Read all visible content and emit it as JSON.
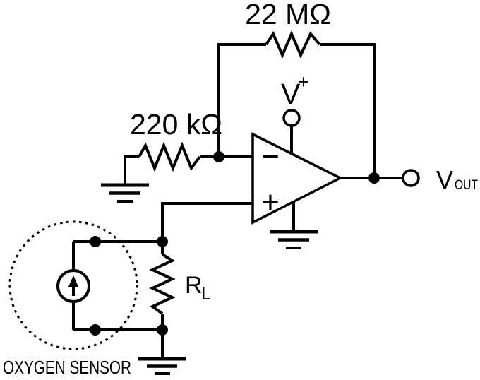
{
  "circuit": {
    "labels": {
      "feedback_resistor": "22 MΩ",
      "input_resistor": "220 kΩ",
      "supply_base": "V",
      "supply_sup": "+",
      "output_base": "V",
      "output_sub": "OUT",
      "load_base": "R",
      "load_sub": "L",
      "opamp_inverting": "−",
      "opamp_noninverting": "+",
      "sensor_caption": "OXYGEN SENSOR"
    },
    "colors": {
      "line": "#000000",
      "background": "#ffffff"
    }
  }
}
